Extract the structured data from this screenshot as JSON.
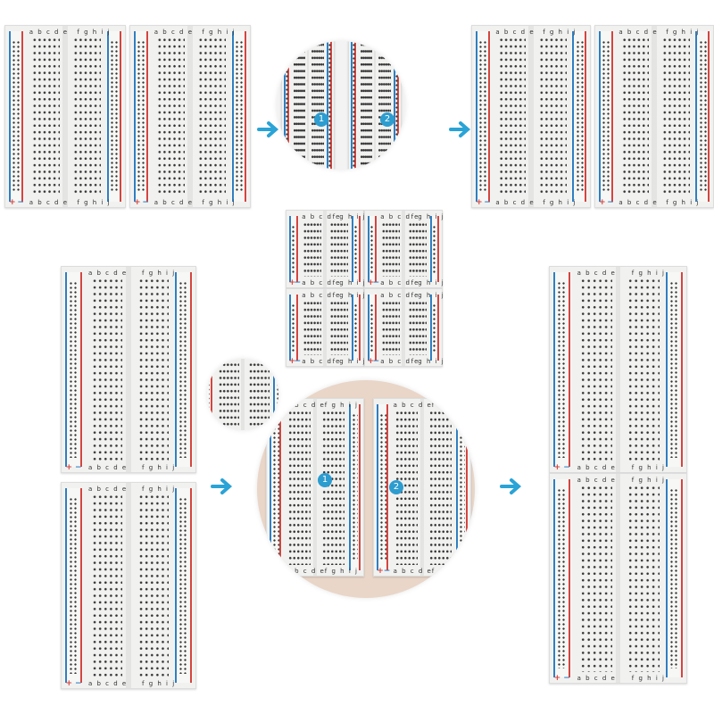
{
  "labels": {
    "cols_left": "a b c d e",
    "cols_right": "f g h i j",
    "plus": "+",
    "minus": "−",
    "step1": "1",
    "step2": "2"
  },
  "colors": {
    "arrow": "#2aa3d6",
    "red_rail": "#d4453f",
    "blue_rail": "#2f7fc1",
    "board": "#f1f1f0"
  },
  "icons": {
    "arrow": "arrow-right-icon"
  }
}
